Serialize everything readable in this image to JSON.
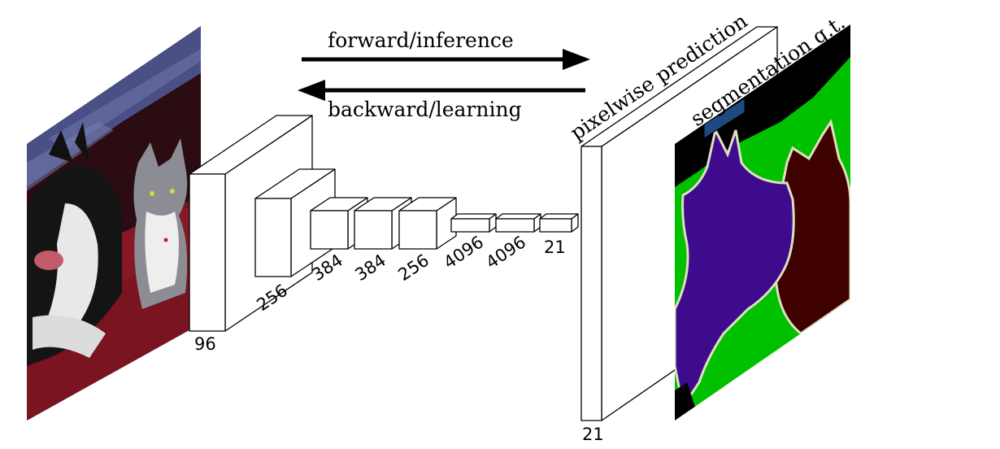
{
  "arrows": {
    "forward_label": "forward/inference",
    "backward_label": "backward/learning"
  },
  "layers": [
    {
      "label": "96"
    },
    {
      "label": "256"
    },
    {
      "label": "384"
    },
    {
      "label": "384"
    },
    {
      "label": "256"
    },
    {
      "label": "4096"
    },
    {
      "label": "4096"
    },
    {
      "label": "21"
    }
  ],
  "prediction": {
    "title": "pixelwise prediction",
    "channels": "21"
  },
  "ground_truth": {
    "title": "segmentation g.t."
  },
  "colors": {
    "background_class": "#000000",
    "dog_class": "#3d0b8c",
    "cat_class": "#3f0000",
    "sofa_class": "#00c000",
    "boundary": "#e0e0c0",
    "plate_accent": "#1e4a82"
  },
  "input_image": {
    "subject": "photo of a black-and-white dog and a grey cat lying on a red sofa"
  }
}
